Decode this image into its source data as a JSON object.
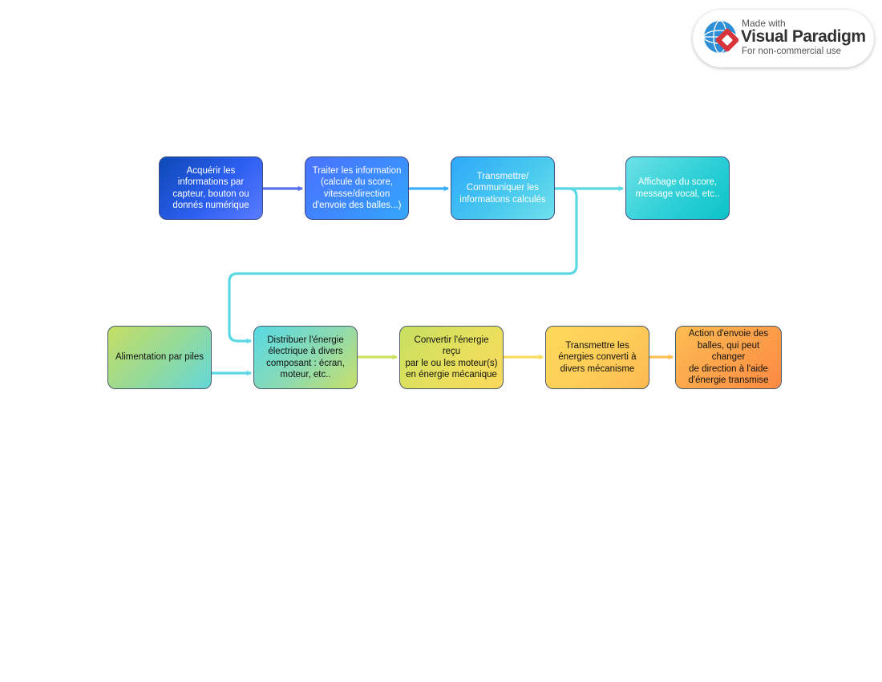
{
  "watermark": {
    "made_with": "Made with",
    "brand": "Visual Paradigm",
    "note": "For non-commercial use",
    "icon": "visual-paradigm-logo"
  },
  "nodes": {
    "n1": {
      "lines": [
        "Acquérir les",
        "informations par",
        "capteur, bouton ou",
        "donnés numérique"
      ]
    },
    "n2": {
      "lines": [
        "Traiter les information",
        "(calcule du score,",
        "vitesse/direction",
        "d'envoie des balles...)"
      ]
    },
    "n3": {
      "lines": [
        "Transmettre/",
        "Communiquer les",
        "informations calculés"
      ]
    },
    "n4": {
      "lines": [
        "Affichage du score,",
        "message vocal, etc.."
      ]
    },
    "n5": {
      "lines": [
        "Alimentation par piles"
      ]
    },
    "n6": {
      "lines": [
        "Distribuer l'énergie",
        "électrique à divers",
        "composant : écran,",
        "moteur, etc.."
      ]
    },
    "n7": {
      "lines": [
        "Convertir l'énergie reçu",
        "par le ou les moteur(s)",
        "en énergie mécanique"
      ]
    },
    "n8": {
      "lines": [
        "Transmettre les",
        "énergies converti à",
        "divers mécanisme"
      ]
    },
    "n9": {
      "lines": [
        "Action d'envoie des",
        "balles, qui peut changer",
        "de direction à l'aide",
        "d'énergie transmise"
      ]
    }
  },
  "connector_colors": {
    "n1_n2": "#5a6ff0",
    "n2_n3": "#3aaefa",
    "n3_n4": "#5ad8e4",
    "n3_n6": "#5ad8e4",
    "n5_n6": "#5ad8e4",
    "n6_n7": "#cde360",
    "n7_n8": "#f9dc5d",
    "n8_n9": "#fcbf55"
  }
}
